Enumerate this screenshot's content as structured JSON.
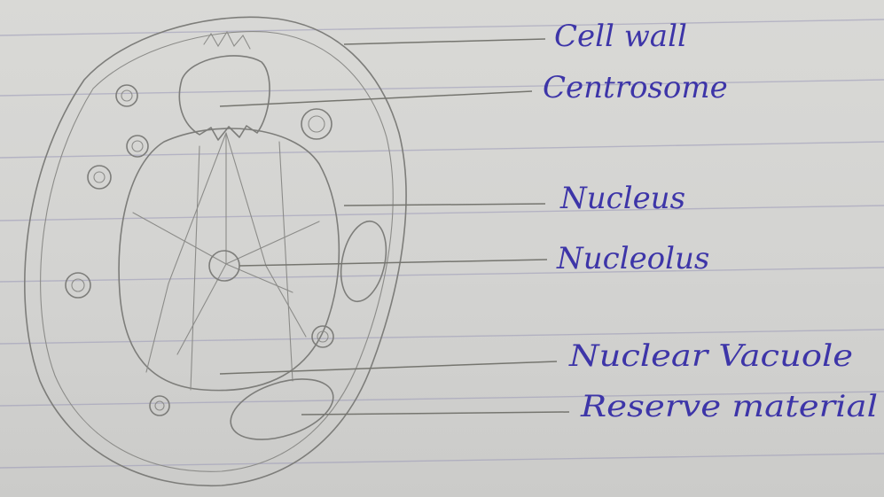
{
  "labels": [
    {
      "id": "cell-wall",
      "text": "Cell wall"
    },
    {
      "id": "centrosome",
      "text": "Centrosome"
    },
    {
      "id": "nucleus",
      "text": "Nucleus"
    },
    {
      "id": "nucleolus",
      "text": "Nucleolus"
    },
    {
      "id": "nuclear-vacuole",
      "text": "Nuclear Vacuole"
    },
    {
      "id": "reserve-material",
      "text": "Reserve material"
    }
  ],
  "colors": {
    "ink": "#3d35a8",
    "pencil": "#7d7d7a",
    "paper": "#d6d6d3",
    "ruling": "#9a98b7"
  }
}
